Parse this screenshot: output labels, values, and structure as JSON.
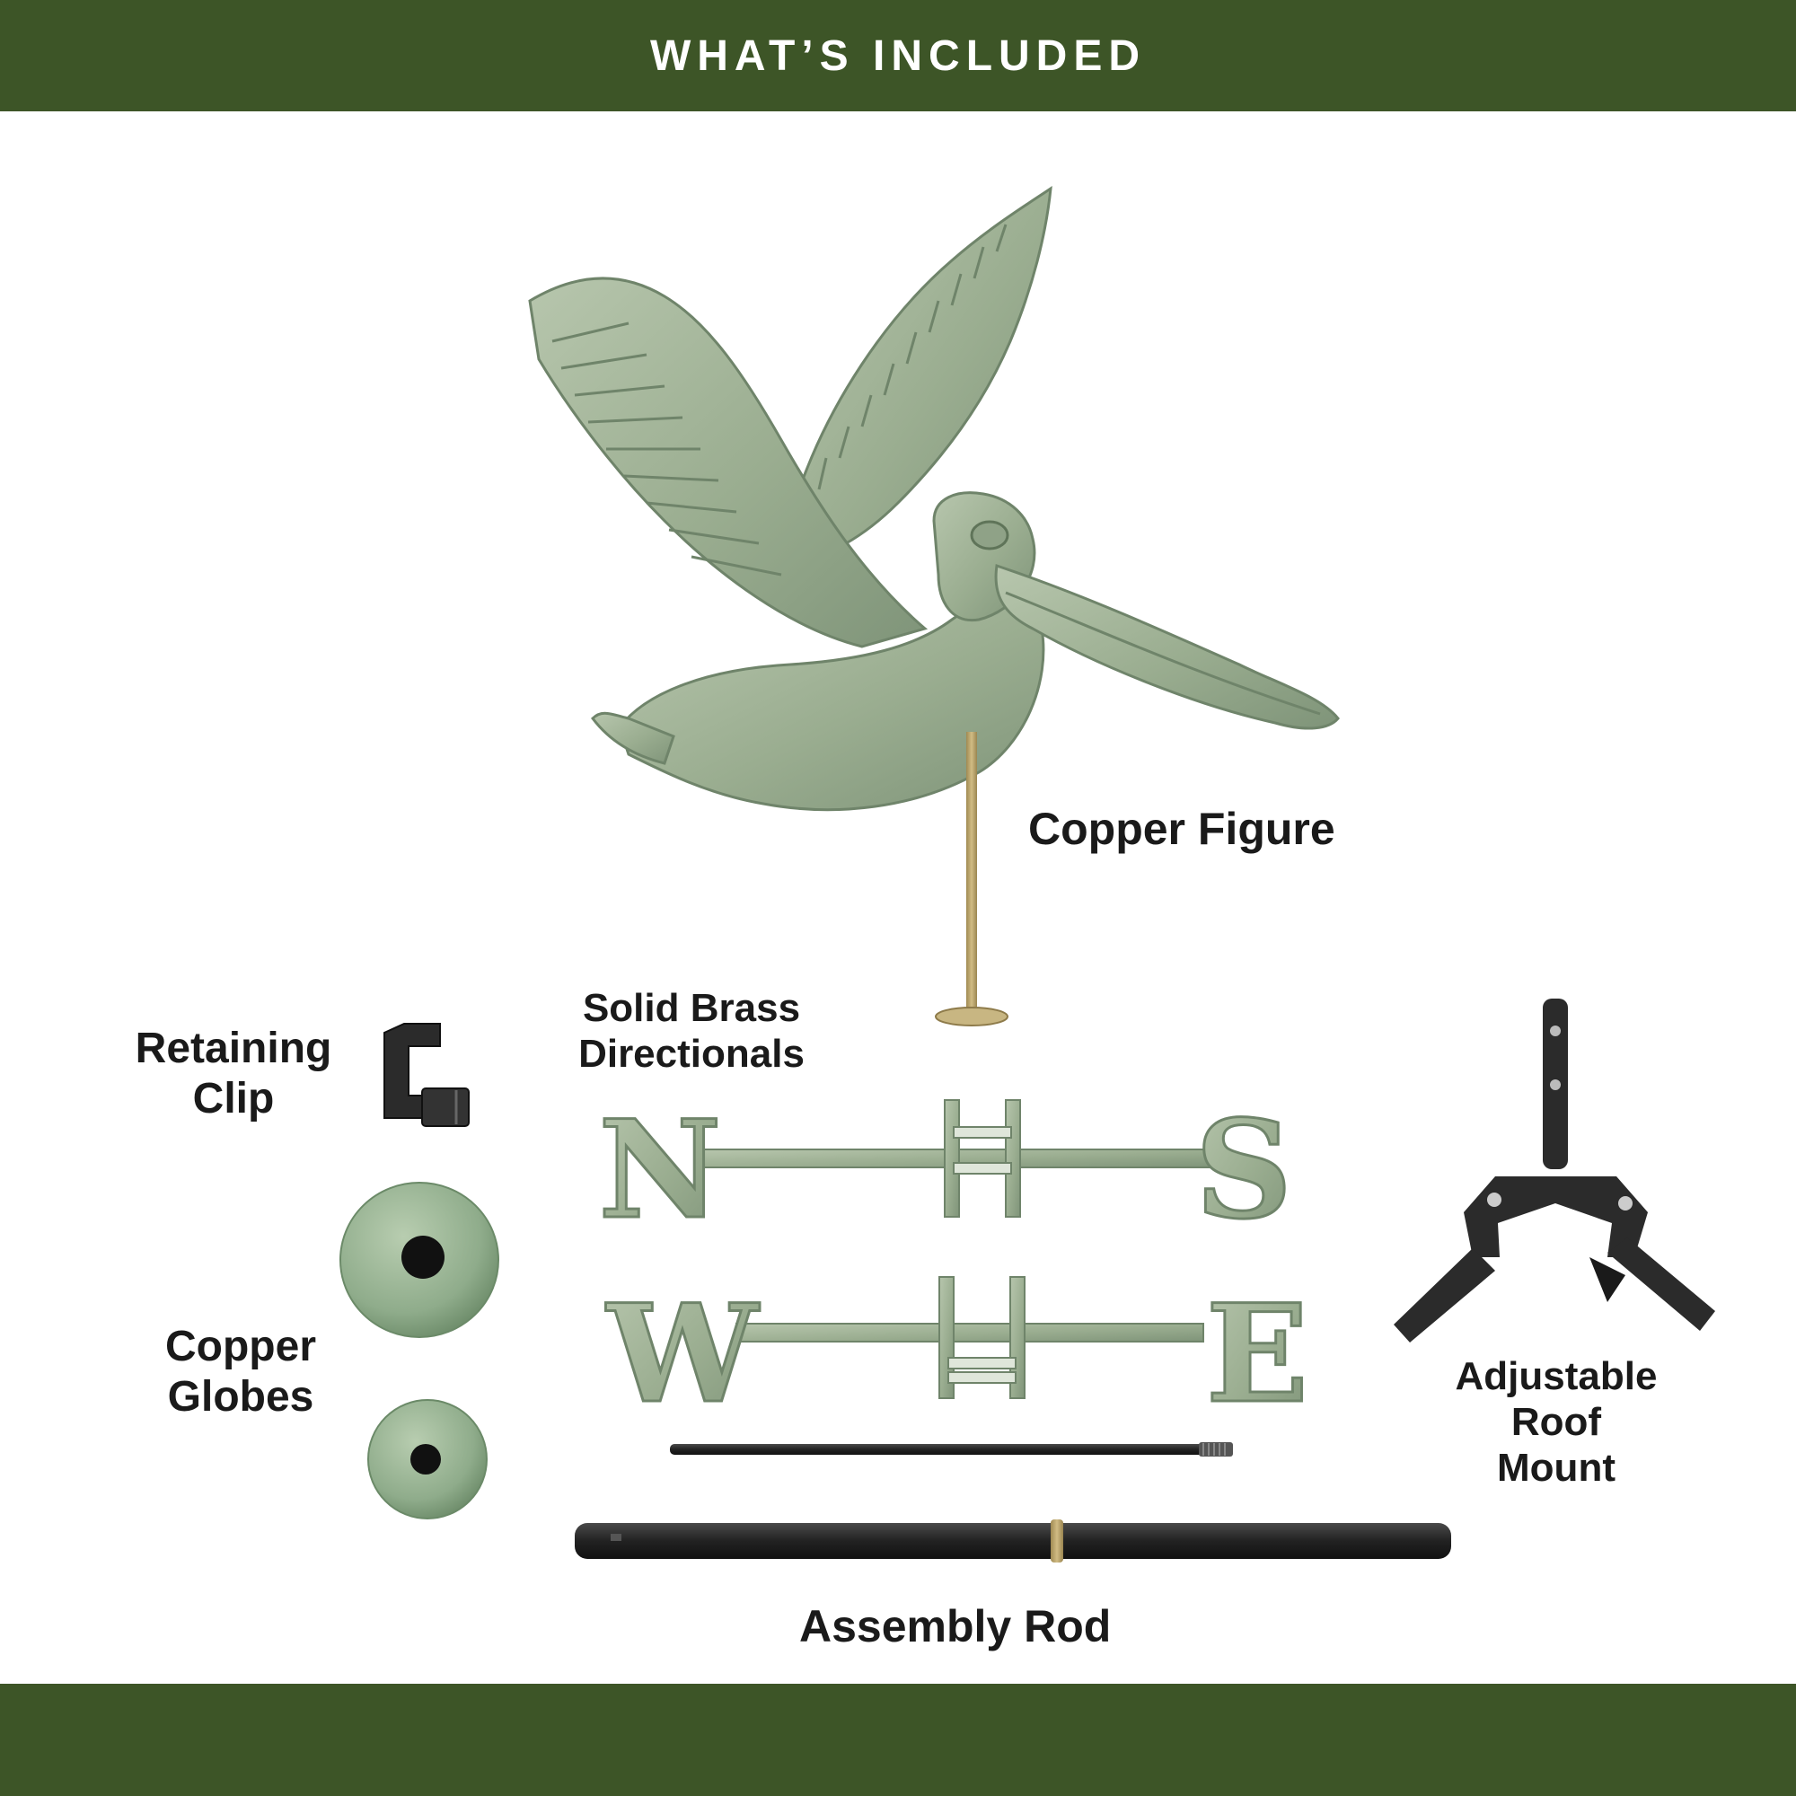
{
  "header": {
    "title": "WHAT’S INCLUDED"
  },
  "labels": {
    "copper_figure": "Copper Figure",
    "directionals": [
      "Solid Brass",
      "Directionals"
    ],
    "retaining_clip": [
      "Retaining",
      "Clip"
    ],
    "copper_globes": [
      "Copper",
      "Globes"
    ],
    "roof_mount": [
      "Adjustable",
      "Roof",
      "Mount"
    ],
    "assembly_rod": "Assembly Rod"
  },
  "directionals": {
    "top": [
      "N",
      "S"
    ],
    "bottom": [
      "W",
      "E"
    ]
  },
  "colors": {
    "band": "#3d5527",
    "patina": "#a6b79c",
    "patina_dark": "#6f846a",
    "black_metal": "#2b2b2b",
    "brass": "#b79b5a"
  },
  "icons": [
    "pelican-figure",
    "directional-ns",
    "directional-we",
    "retaining-clip",
    "copper-globe-large",
    "copper-globe-small",
    "roof-mount",
    "threaded-rod",
    "assembly-rod"
  ]
}
